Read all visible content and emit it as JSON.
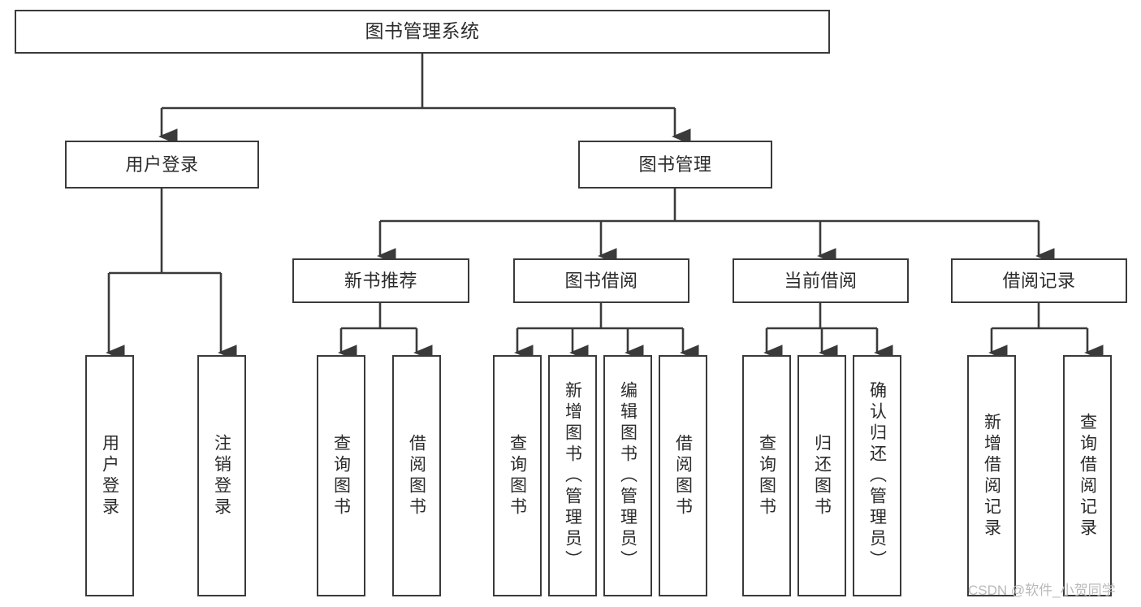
{
  "diagram": {
    "title": "图书管理系统",
    "type": "hierarchy-tree",
    "orientation": "top-down",
    "colors": {
      "box_border": "#3a3a3a",
      "box_fill": "#ffffff",
      "connector": "#3a3a3a",
      "text": "#2b2b2b",
      "watermark": "#b9b9b9",
      "background": "#ffffff"
    }
  },
  "watermark": {
    "text": "CSDN @软件_小贺同学"
  },
  "nodes": {
    "root": {
      "label": "图书管理系统",
      "level": 1
    },
    "user_login": {
      "label": "用户登录",
      "level": 2
    },
    "book_manage": {
      "label": "图书管理",
      "level": 2
    },
    "new_book_rec": {
      "label": "新书推荐",
      "level": 3
    },
    "book_borrow": {
      "label": "图书借阅",
      "level": 3
    },
    "current_borrow": {
      "label": "当前借阅",
      "level": 3
    },
    "borrow_record": {
      "label": "借阅记录",
      "level": 3
    },
    "leaf_user_login": {
      "label": "用户登录",
      "level": 3
    },
    "leaf_logout": {
      "label": "注销登录",
      "level": 3
    },
    "leaf_query_book_1": {
      "label": "查询图书",
      "level": 4
    },
    "leaf_borrow_book_1": {
      "label": "借阅图书",
      "level": 4
    },
    "leaf_query_book_2": {
      "label": "查询图书",
      "level": 4
    },
    "leaf_add_book": {
      "label": "新增图书（管理员）",
      "level": 4
    },
    "leaf_edit_book": {
      "label": "编辑图书（管理员）",
      "level": 4
    },
    "leaf_borrow_book_2": {
      "label": "借阅图书",
      "level": 4
    },
    "leaf_query_book_3": {
      "label": "查询图书",
      "level": 4
    },
    "leaf_return_book": {
      "label": "归还图书",
      "level": 4
    },
    "leaf_confirm_return": {
      "label": "确认归还（管理员）",
      "level": 4
    },
    "leaf_add_record": {
      "label": "新增借阅记录",
      "level": 4
    },
    "leaf_query_record": {
      "label": "查询借阅记录",
      "level": 4
    }
  },
  "edges": [
    {
      "from": "root",
      "to": "user_login"
    },
    {
      "from": "root",
      "to": "book_manage"
    },
    {
      "from": "user_login",
      "to": "leaf_user_login"
    },
    {
      "from": "user_login",
      "to": "leaf_logout"
    },
    {
      "from": "book_manage",
      "to": "new_book_rec"
    },
    {
      "from": "book_manage",
      "to": "book_borrow"
    },
    {
      "from": "book_manage",
      "to": "current_borrow"
    },
    {
      "from": "book_manage",
      "to": "borrow_record"
    },
    {
      "from": "new_book_rec",
      "to": "leaf_query_book_1"
    },
    {
      "from": "new_book_rec",
      "to": "leaf_borrow_book_1"
    },
    {
      "from": "book_borrow",
      "to": "leaf_query_book_2"
    },
    {
      "from": "book_borrow",
      "to": "leaf_add_book"
    },
    {
      "from": "book_borrow",
      "to": "leaf_edit_book"
    },
    {
      "from": "book_borrow",
      "to": "leaf_borrow_book_2"
    },
    {
      "from": "current_borrow",
      "to": "leaf_query_book_3"
    },
    {
      "from": "current_borrow",
      "to": "leaf_return_book"
    },
    {
      "from": "current_borrow",
      "to": "leaf_confirm_return"
    },
    {
      "from": "borrow_record",
      "to": "leaf_add_record"
    },
    {
      "from": "borrow_record",
      "to": "leaf_query_record"
    }
  ]
}
